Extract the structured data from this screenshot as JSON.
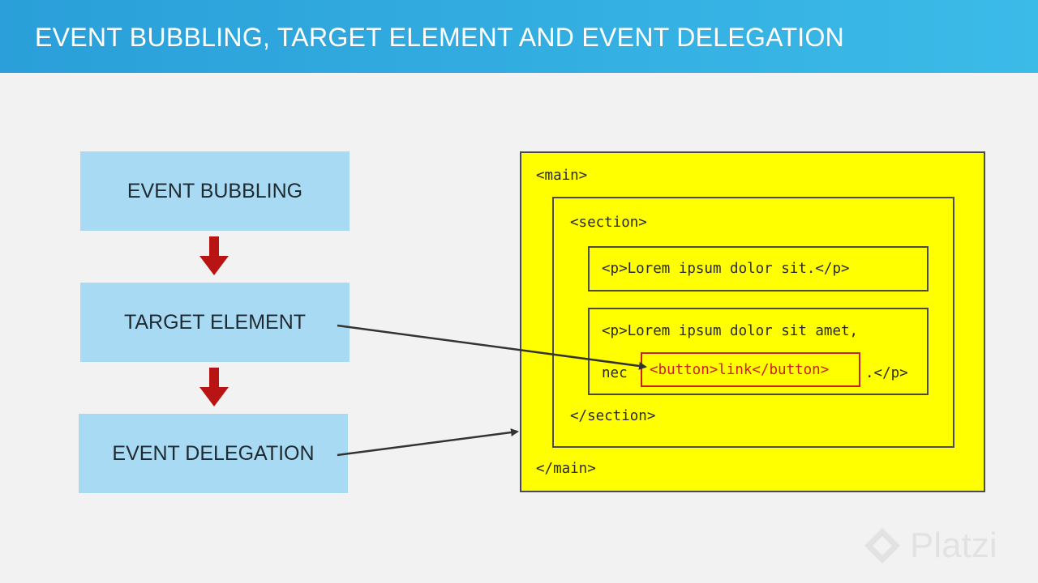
{
  "header": {
    "title": "EVENT BUBBLING, TARGET ELEMENT AND EVENT DELEGATION"
  },
  "concepts": [
    {
      "label": "EVENT BUBBLING"
    },
    {
      "label": "TARGET ELEMENT"
    },
    {
      "label": "EVENT DELEGATION"
    }
  ],
  "code": {
    "main_open": "<main>",
    "section_open": "<section>",
    "p1": "<p>Lorem ipsum dolor sit.</p>",
    "p2_line1": "<p>Lorem ipsum dolor sit amet,",
    "p2_line2_prefix": "nec",
    "button": "<button>link</button>",
    "p2_line2_suffix": ".</p>",
    "section_close": "</section>",
    "main_close": "</main>"
  },
  "watermark": {
    "text": "Platzi"
  },
  "colors": {
    "header": "#2a9fd9",
    "concept_box": "#a9daf4",
    "down_arrow": "#b81414",
    "code_background": "#ffff00",
    "button_highlight": "#cc1f1f",
    "connector": "#333333"
  }
}
